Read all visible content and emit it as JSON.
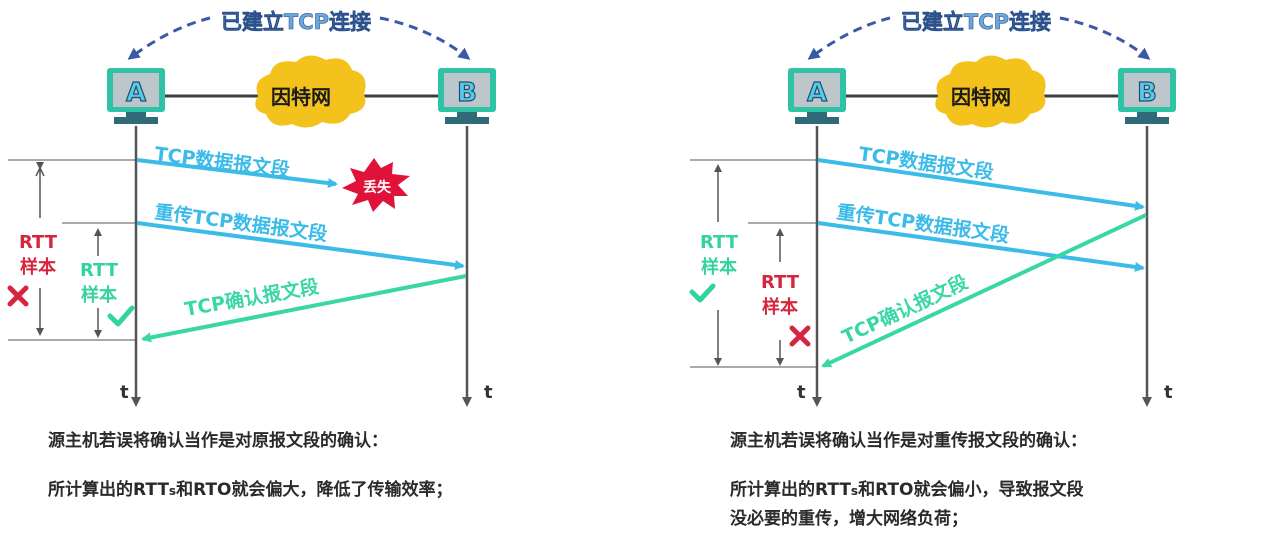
{
  "colors": {
    "monitor_frame": "#2fc3a6",
    "monitor_screen": "#bcc6cb",
    "host_letter": "#57c9ec",
    "base": "#2f6a78",
    "cloud": "#f4c21c",
    "blue_arrow": "#3bbbe8",
    "green_arrow": "#39d6a6",
    "red": "#d6263e",
    "green_check": "#33d3a0",
    "header_text": "#6aa7dc",
    "dash": "#3a5aa8",
    "timeline": "#555555"
  },
  "left": {
    "header": "已建立TCP连接",
    "host_a": "A",
    "host_b": "B",
    "network": "因特网",
    "segment": "TCP数据报文段",
    "lost": "丢失",
    "retransmit": "重传TCP数据报文段",
    "ack": "TCP确认报文段",
    "rtt_red_1": "RTT",
    "rtt_red_2": "样本",
    "rtt_green_1": "RTT",
    "rtt_green_2": "样本",
    "time_a": "t",
    "time_b": "t",
    "caption_1": "源主机若误将确认当作是对原报文段的确认：",
    "caption_2_pre": "所计算出的RTT",
    "caption_2_sub": "s",
    "caption_2_post": "和RTO就会偏大，降低了传输效率；"
  },
  "right": {
    "header": "已建立TCP连接",
    "host_a": "A",
    "host_b": "B",
    "network": "因特网",
    "segment": "TCP数据报文段",
    "retransmit": "重传TCP数据报文段",
    "ack": "TCP确认报文段",
    "rtt_green_1": "RTT",
    "rtt_green_2": "样本",
    "rtt_red_1": "RTT",
    "rtt_red_2": "样本",
    "time_a": "t",
    "time_b": "t",
    "caption_1": "源主机若误将确认当作是对重传报文段的确认：",
    "caption_2_pre": "所计算出的RTT",
    "caption_2_sub": "s",
    "caption_2_post": "和RTO就会偏小，导致报文段",
    "caption_3": "没必要的重传，增大网络负荷；"
  }
}
